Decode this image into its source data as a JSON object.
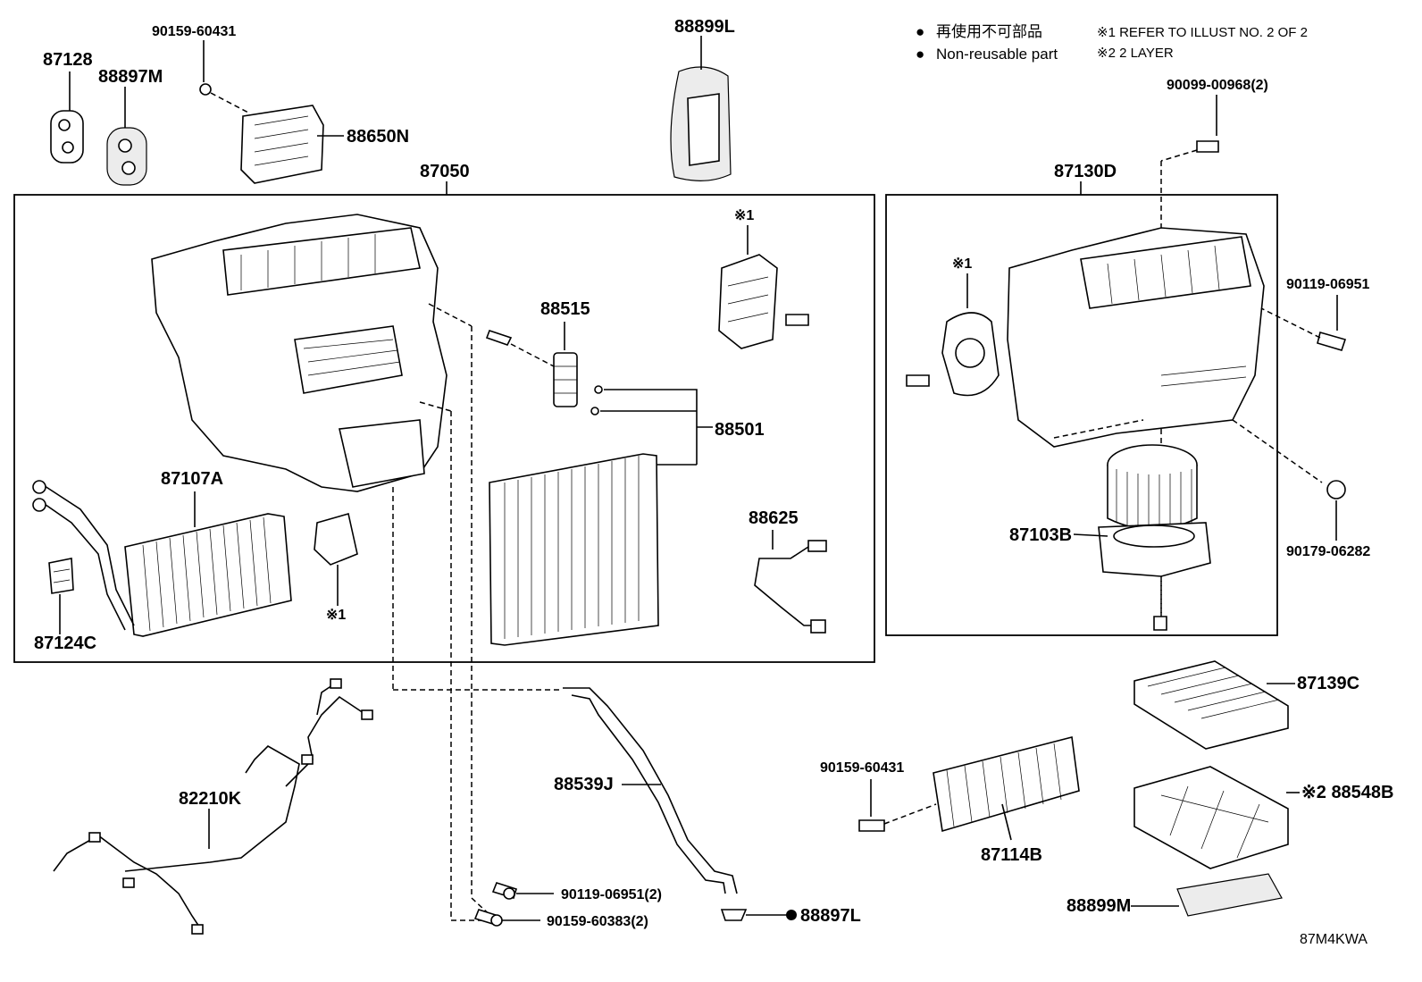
{
  "legend": {
    "line1_symbol": "●",
    "line1_text": "再使用不可部品",
    "line2_symbol": "●",
    "line2_text": "Non-reusable part",
    "note1": "※1 REFER TO ILLUST NO. 2 OF 2",
    "note2": "※2 2 LAYER"
  },
  "image_code": "87M4KWA",
  "assembly_labels": {
    "left_box": "87050",
    "right_box": "87130D"
  },
  "parts": {
    "p87128": "87128",
    "p88897M": "88897M",
    "p90159_60431_top": "90159-60431",
    "p88650N": "88650N",
    "p88899L": "88899L",
    "p90099_00968": "90099-00968(2)",
    "p88515": "88515",
    "ref1_top": "※1",
    "p88501": "88501",
    "p87107A": "87107A",
    "ref1_mid": "※1",
    "p88625": "88625",
    "p87124C": "87124C",
    "ref1_right": "※1",
    "p90119_06951_right": "90119-06951",
    "p87103B": "87103B",
    "p90179_06282": "90179-06282",
    "p87139C": "87139C",
    "p82210K": "82210K",
    "p88539J": "88539J",
    "p90159_60431_bottom": "90159-60431",
    "p88548B": "※2 88548B",
    "p87114B": "87114B",
    "p90119_06951_bottom": "90119-06951(2)",
    "p90159_60383": "90159-60383(2)",
    "p88897L": "88897L",
    "p88899M": "88899M"
  },
  "icons": {
    "legend_dot": "non-reusable-dot-icon"
  }
}
